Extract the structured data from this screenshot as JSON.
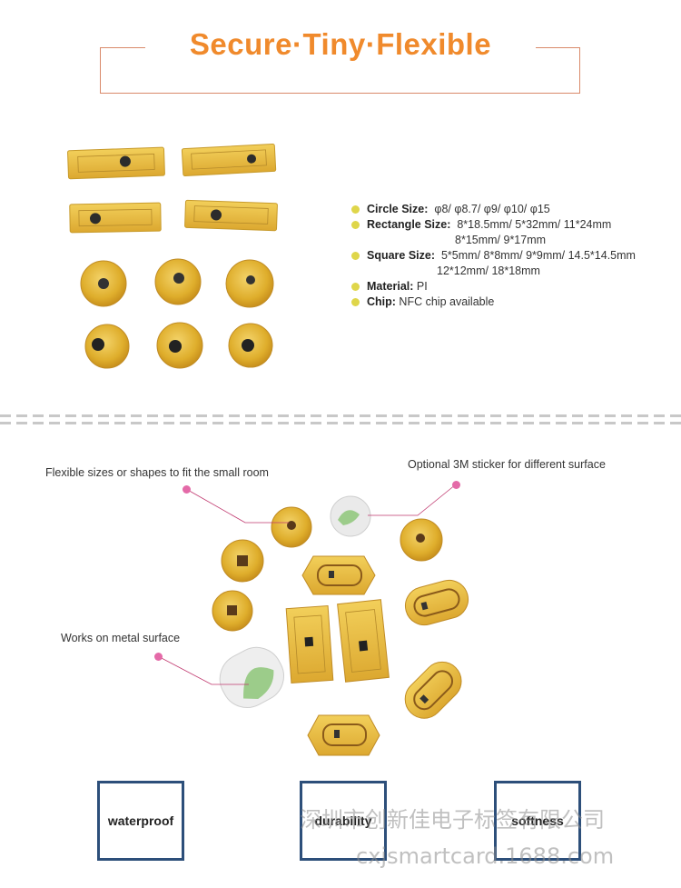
{
  "header": {
    "title": "Secure·Tiny·Flexible"
  },
  "specs": [
    {
      "label": "Circle Size:",
      "value": "φ8/ φ8.7/ φ9/ φ10/ φ15",
      "cont": ""
    },
    {
      "label": "Rectangle Size:",
      "value": "8*18.5mm/ 5*32mm/ 11*24mm",
      "cont": "8*15mm/ 9*17mm"
    },
    {
      "label": "Square Size:",
      "value": "5*5mm/ 8*8mm/ 9*9mm/ 14.5*14.5mm",
      "cont": "12*12mm/ 18*18mm"
    },
    {
      "label": "Material:",
      "value": "PI",
      "cont": ""
    },
    {
      "label": "Chip:",
      "value": "NFC chip available",
      "cont": ""
    }
  ],
  "callouts": {
    "flexible": "Flexible sizes or shapes to fit the small room",
    "sticker": "Optional 3M sticker for different surface",
    "metal": "Works on metal surface"
  },
  "features": {
    "waterproof": "waterproof",
    "durability": "durability",
    "softness": "softness"
  },
  "watermark": {
    "company": "深圳市创新佳电子标签有限公司",
    "site": "cxjsmartcard.1688.com"
  },
  "colors": {
    "title": "#f08a2c",
    "bullet": "#dfd64a",
    "callout_dot": "#e46aa8",
    "box_border": "#2d4f7a",
    "tag_yellow": "#e9c237"
  }
}
